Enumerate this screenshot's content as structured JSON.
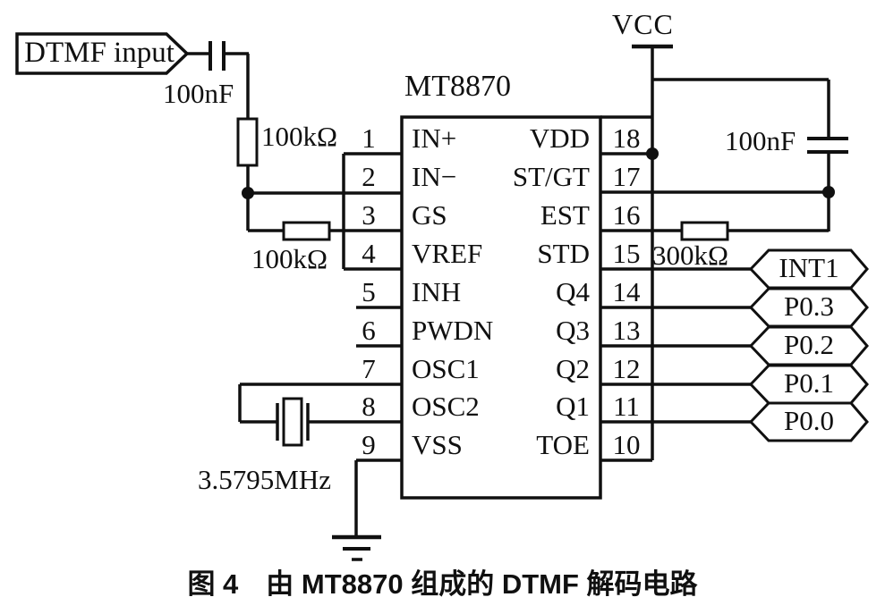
{
  "colors": {
    "ink": "#101010",
    "background": "#ffffff"
  },
  "input_flag": {
    "label": "DTMF input"
  },
  "components": {
    "coupling_capacitor": "100nF",
    "input_resistor": "100kΩ",
    "feedback_resistor": "100kΩ",
    "vcc": "VCC",
    "bypass_capacitor": "100nF",
    "steering_resistor": "300kΩ",
    "crystal": "3.5795MHz"
  },
  "ic": {
    "title": "MT8870",
    "left_pins": [
      {
        "number": "1",
        "name": "IN+"
      },
      {
        "number": "2",
        "name": "IN−"
      },
      {
        "number": "3",
        "name": "GS"
      },
      {
        "number": "4",
        "name": "VREF"
      },
      {
        "number": "5",
        "name": "INH"
      },
      {
        "number": "6",
        "name": "PWDN"
      },
      {
        "number": "7",
        "name": "OSC1"
      },
      {
        "number": "8",
        "name": "OSC2"
      },
      {
        "number": "9",
        "name": "VSS"
      }
    ],
    "right_pins": [
      {
        "number": "18",
        "name": "VDD"
      },
      {
        "number": "17",
        "name": "ST/GT"
      },
      {
        "number": "16",
        "name": "EST"
      },
      {
        "number": "15",
        "name": "STD"
      },
      {
        "number": "14",
        "name": "Q4"
      },
      {
        "number": "13",
        "name": "Q3"
      },
      {
        "number": "12",
        "name": "Q2"
      },
      {
        "number": "11",
        "name": "Q1"
      },
      {
        "number": "10",
        "name": "TOE"
      }
    ]
  },
  "outputs": [
    "INT1",
    "P0.3",
    "P0.2",
    "P0.1",
    "P0.0"
  ],
  "caption": "图 4　由 MT8870 组成的 DTMF 解码电路"
}
